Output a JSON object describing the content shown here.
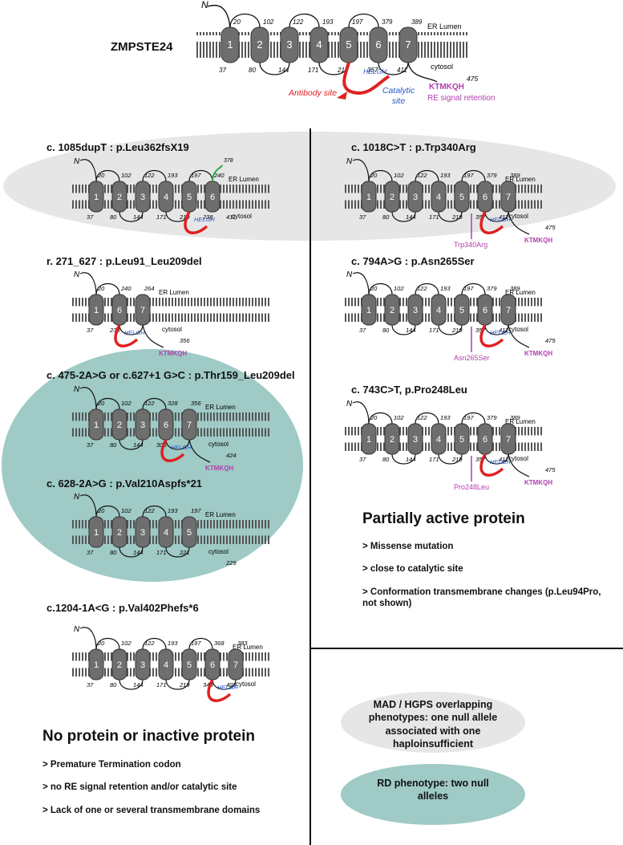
{
  "header": {
    "protein_name": "ZMPSTE24",
    "n_term": "N",
    "compartment_lumen": "ER Lumen",
    "compartment_cytosol": "cytosol",
    "helix_labels": [
      "1",
      "2",
      "3",
      "4",
      "5",
      "6",
      "7"
    ],
    "top_numbers": [
      "20",
      "102",
      "122",
      "193",
      "197",
      "379",
      "389"
    ],
    "bottom_numbers": [
      "37",
      "80",
      "144",
      "171",
      "219",
      "357",
      "411"
    ],
    "helgh": "HELGH",
    "antibody_site": "Antibody site",
    "catalytic_site": "Catalytic site",
    "ktmkqh": "KTMKQH",
    "end_number": "475",
    "re_signal": "RE signal retention"
  },
  "left_panels": [
    {
      "title": "c. 1085dupT : p.Leu362fsX19",
      "helices": [
        "1",
        "2",
        "3",
        "4",
        "5",
        "6"
      ],
      "top": [
        "20",
        "102",
        "122",
        "193",
        "197",
        "240"
      ],
      "bottom": [
        "37",
        "80",
        "144",
        "171",
        "219",
        "238",
        "411"
      ],
      "extra": "378",
      "helgh": "HELGH"
    },
    {
      "title": "r. 271_627 : p.Leu91_Leu209del",
      "helices": [
        "1",
        "6",
        "7"
      ],
      "top": [
        "20",
        "240",
        "264"
      ],
      "bottom": [
        "37",
        "238"
      ],
      "ktmkqh": "KTMKQH",
      "end": "356",
      "helgh": "HELGH"
    },
    {
      "title": "c. 475-2A>G or c.627+1 G>C : p.Thr159_Leu209del",
      "helices": [
        "1",
        "2",
        "3",
        "6",
        "7"
      ],
      "top": [
        "20",
        "102",
        "122",
        "328",
        "356"
      ],
      "bottom": [
        "37",
        "80",
        "144",
        "306"
      ],
      "ktmkqh": "KTMKQH",
      "end": "424",
      "helgh": "HELGH"
    },
    {
      "title": "c. 628-2A>G : p.Val210Aspfs*21",
      "helices": [
        "1",
        "2",
        "3",
        "4",
        "5"
      ],
      "top": [
        "20",
        "102",
        "122",
        "193",
        "197"
      ],
      "bottom": [
        "37",
        "80",
        "144",
        "171",
        "221"
      ],
      "end": "229"
    },
    {
      "title": "c.1204-1A<G : p.Val402Phefs*6",
      "helices": [
        "1",
        "2",
        "3",
        "4",
        "5",
        "6",
        "7"
      ],
      "top": [
        "20",
        "102",
        "122",
        "193",
        "197",
        "368",
        "383"
      ],
      "bottom": [
        "37",
        "80",
        "144",
        "171",
        "219",
        "349",
        "406"
      ],
      "helgh": "HELGH"
    }
  ],
  "right_panels": [
    {
      "title": "c. 1018C>T : p.Trp340Arg",
      "mutation": "Trp340Arg"
    },
    {
      "title": "c. 794A>G : p.Asn265Ser",
      "mutation": "Asn265Ser"
    },
    {
      "title": "c. 743C>T, p.Pro248Leu",
      "mutation": "Pro248Leu"
    }
  ],
  "right_common": {
    "helices": [
      "1",
      "2",
      "3",
      "4",
      "5",
      "6",
      "7"
    ],
    "top": [
      "20",
      "102",
      "122",
      "193",
      "197",
      "379",
      "389"
    ],
    "bottom": [
      "37",
      "80",
      "144",
      "171",
      "219",
      "357",
      "411"
    ],
    "helgh": "HELGH",
    "ktmkqh": "KTMKQH",
    "end": "475"
  },
  "partial": {
    "heading": "Partially active protein",
    "bullets": [
      "> Missense mutation",
      "> close to catalytic site",
      "> Conformation transmembrane changes (p.Leu94Pro, not shown)"
    ]
  },
  "inactive": {
    "heading": "No protein or inactive protein",
    "bullets": [
      "> Premature Termination codon",
      "> no RE signal retention and/or catalytic site",
      "> Lack of one or several transmembrane domains"
    ]
  },
  "legend": {
    "mad": "MAD / HGPS overlapping phenotypes: one null allele associated with one haploinsufficient",
    "rd": "RD phenotype: two null alleles"
  },
  "colors": {
    "helix": "#6e6e6e",
    "loop_red": "#e02020",
    "purple": "#b23fae",
    "blue": "#2a58c8",
    "green": "#2aa84a",
    "grey_oval": "#e6e6e6",
    "teal_oval": "#9fcac6"
  }
}
